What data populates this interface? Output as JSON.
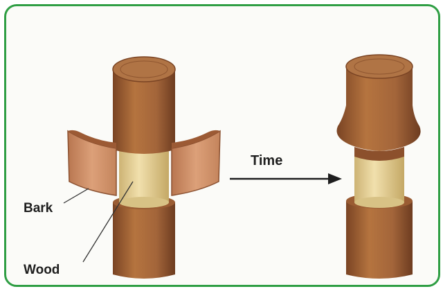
{
  "labels": {
    "bark": "Bark",
    "wood": "Wood",
    "time": "Time"
  },
  "colors": {
    "frame": "#2f9e44",
    "bark": "#a8693f",
    "bark_dark": "#7a4424",
    "bark_light": "#c98a5a",
    "wood": "#e8d39a",
    "wood_dark": "#c9b070",
    "arrow": "#1e1e1e"
  }
}
